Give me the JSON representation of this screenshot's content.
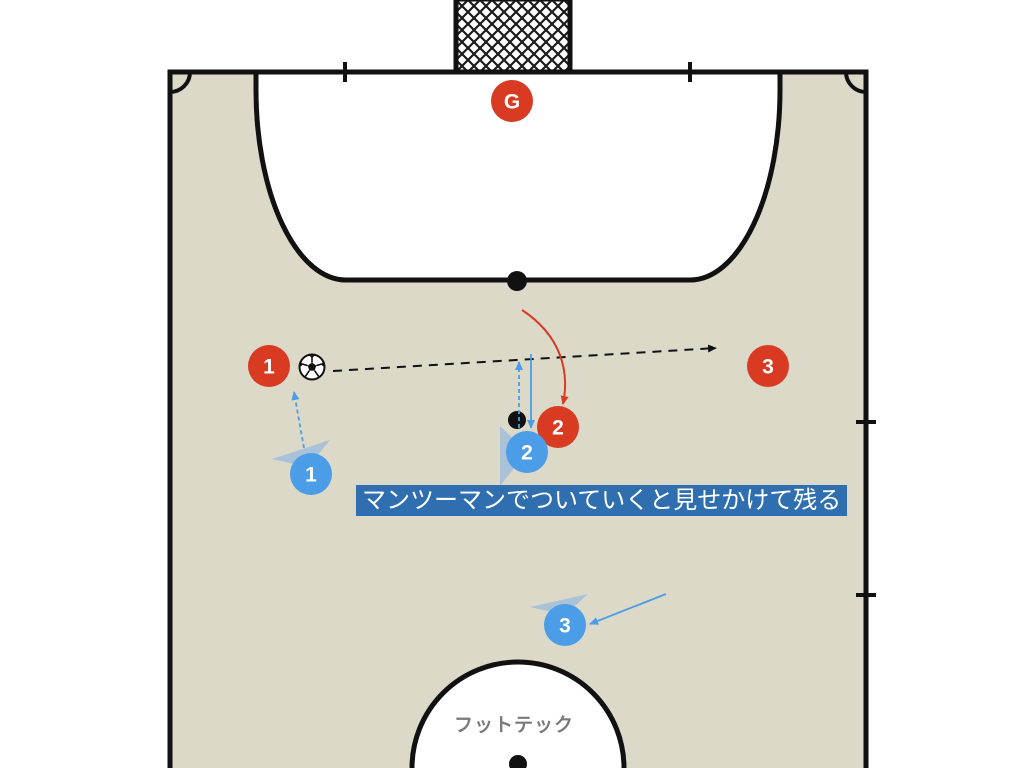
{
  "caption": "マンツーマンでついていくと見せかけて残る",
  "watermark": "フットテック",
  "colors": {
    "court": "#dcd9c9",
    "line": "#111111",
    "attack": "#d83a22",
    "defense": "#4a9de6",
    "caption_bg": "#2f6fb0"
  },
  "players": {
    "attackers": [
      {
        "id": "G",
        "label": "G",
        "icon": "goalkeeper"
      },
      {
        "id": "r1",
        "label": "1"
      },
      {
        "id": "r2",
        "label": "2"
      },
      {
        "id": "r3",
        "label": "3"
      }
    ],
    "defenders": [
      {
        "id": "b1",
        "label": "1"
      },
      {
        "id": "b2",
        "label": "2"
      },
      {
        "id": "b3",
        "label": "3"
      }
    ]
  },
  "icons": [
    "soccer-ball-icon",
    "goal-net-icon",
    "pass-arrow-icon",
    "movement-arrow-icon",
    "run-arrow-icon"
  ]
}
